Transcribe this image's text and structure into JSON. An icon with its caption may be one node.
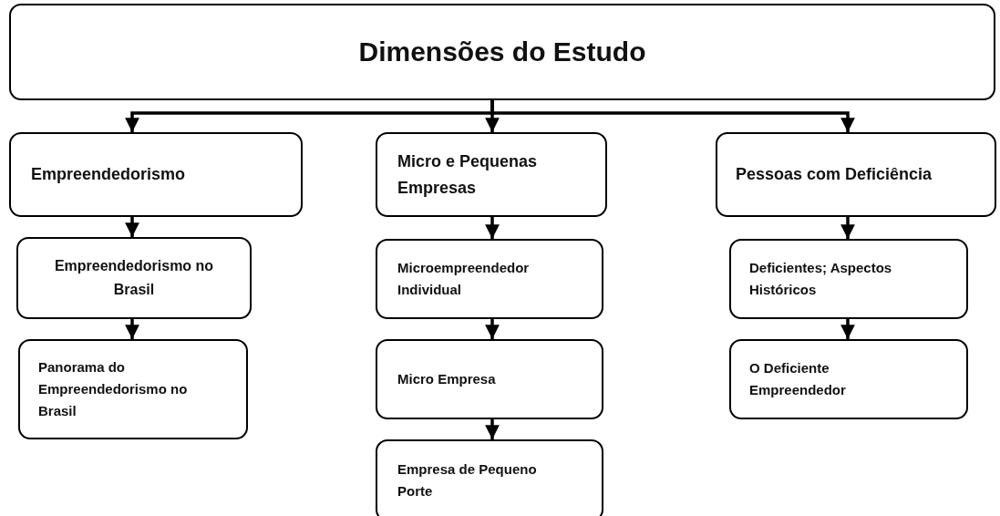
{
  "diagram": {
    "nodes": [
      {
        "text": [
          "Dimensões do Estudo"
        ]
      },
      {
        "text": [
          "Empreendedorismo"
        ]
      },
      {
        "text": [
          "Micro e Pequenas Empresas"
        ]
      },
      {
        "text": [
          "Pessoas com Deficiência"
        ]
      },
      {
        "text": [
          "Empreendedorismo no Brasil"
        ]
      },
      {
        "text": [
          "Panorama do Empreendedorismo no Brasil"
        ]
      },
      {
        "text": [
          "Microempreendedor Individual"
        ]
      },
      {
        "text": [
          "Micro Empresa"
        ]
      },
      {
        "text": [
          "Empresa de Pequeno Porte"
        ]
      },
      {
        "text": [
          "Deficientes; Aspectos Históricos"
        ]
      },
      {
        "text": [
          "O Deficiente Empreendedor"
        ]
      }
    ],
    "edges": [
      {
        "from": 0,
        "to": 1,
        "arrow": "to"
      },
      {
        "from": 0,
        "to": 2,
        "arrow": "to"
      },
      {
        "from": 0,
        "to": 3,
        "arrow": "to"
      },
      {
        "from": 1,
        "to": 4,
        "arrow": "to"
      },
      {
        "from": 4,
        "to": 5,
        "arrow": "to"
      },
      {
        "from": 2,
        "to": 6,
        "arrow": "to"
      },
      {
        "from": 6,
        "to": 7,
        "arrow": "to"
      },
      {
        "from": 7,
        "to": 8,
        "arrow": "to"
      },
      {
        "from": 3,
        "to": 9,
        "arrow": "to"
      },
      {
        "from": 9,
        "to": 10,
        "arrow": "to"
      }
    ]
  }
}
